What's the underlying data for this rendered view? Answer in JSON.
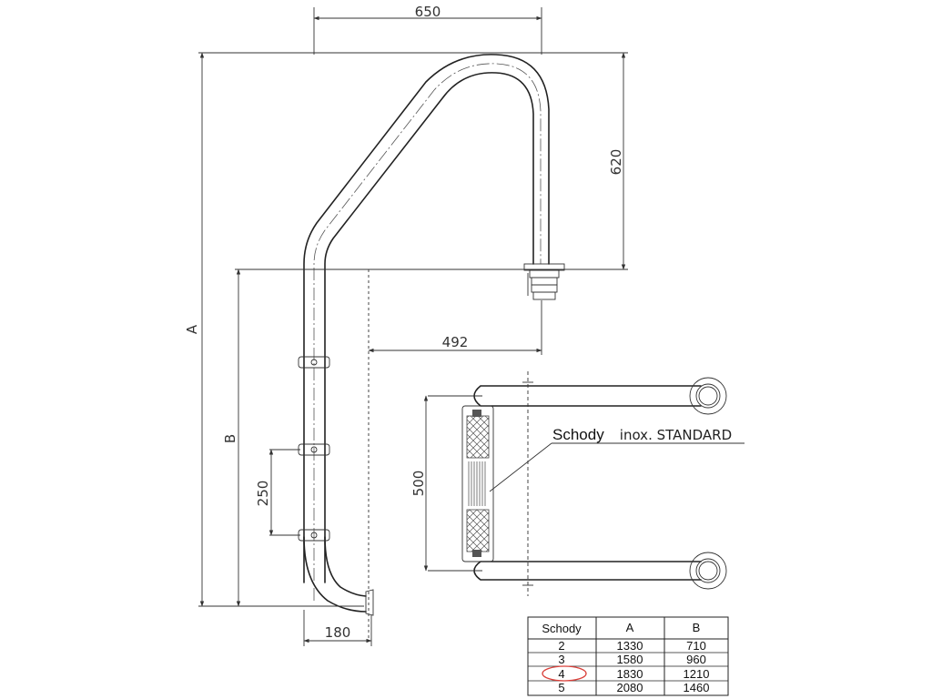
{
  "dimensions": {
    "width_top": "650",
    "height_handle": "620",
    "height_A": "A",
    "height_B": "B",
    "offset_492": "492",
    "step_spacing": "250",
    "bottom_offset": "180",
    "step_width": "500"
  },
  "callout": {
    "label_main": "Schody",
    "label_rest": "inox. STANDARD"
  },
  "table": {
    "headers": [
      "Schody",
      "A",
      "B"
    ],
    "rows": [
      [
        "2",
        "1330",
        "710"
      ],
      [
        "3",
        "1580",
        "960"
      ],
      [
        "4",
        "1830",
        "1210"
      ],
      [
        "5",
        "2080",
        "1460"
      ]
    ],
    "highlighted_row": "4",
    "highlight_color": "#d9403a"
  }
}
